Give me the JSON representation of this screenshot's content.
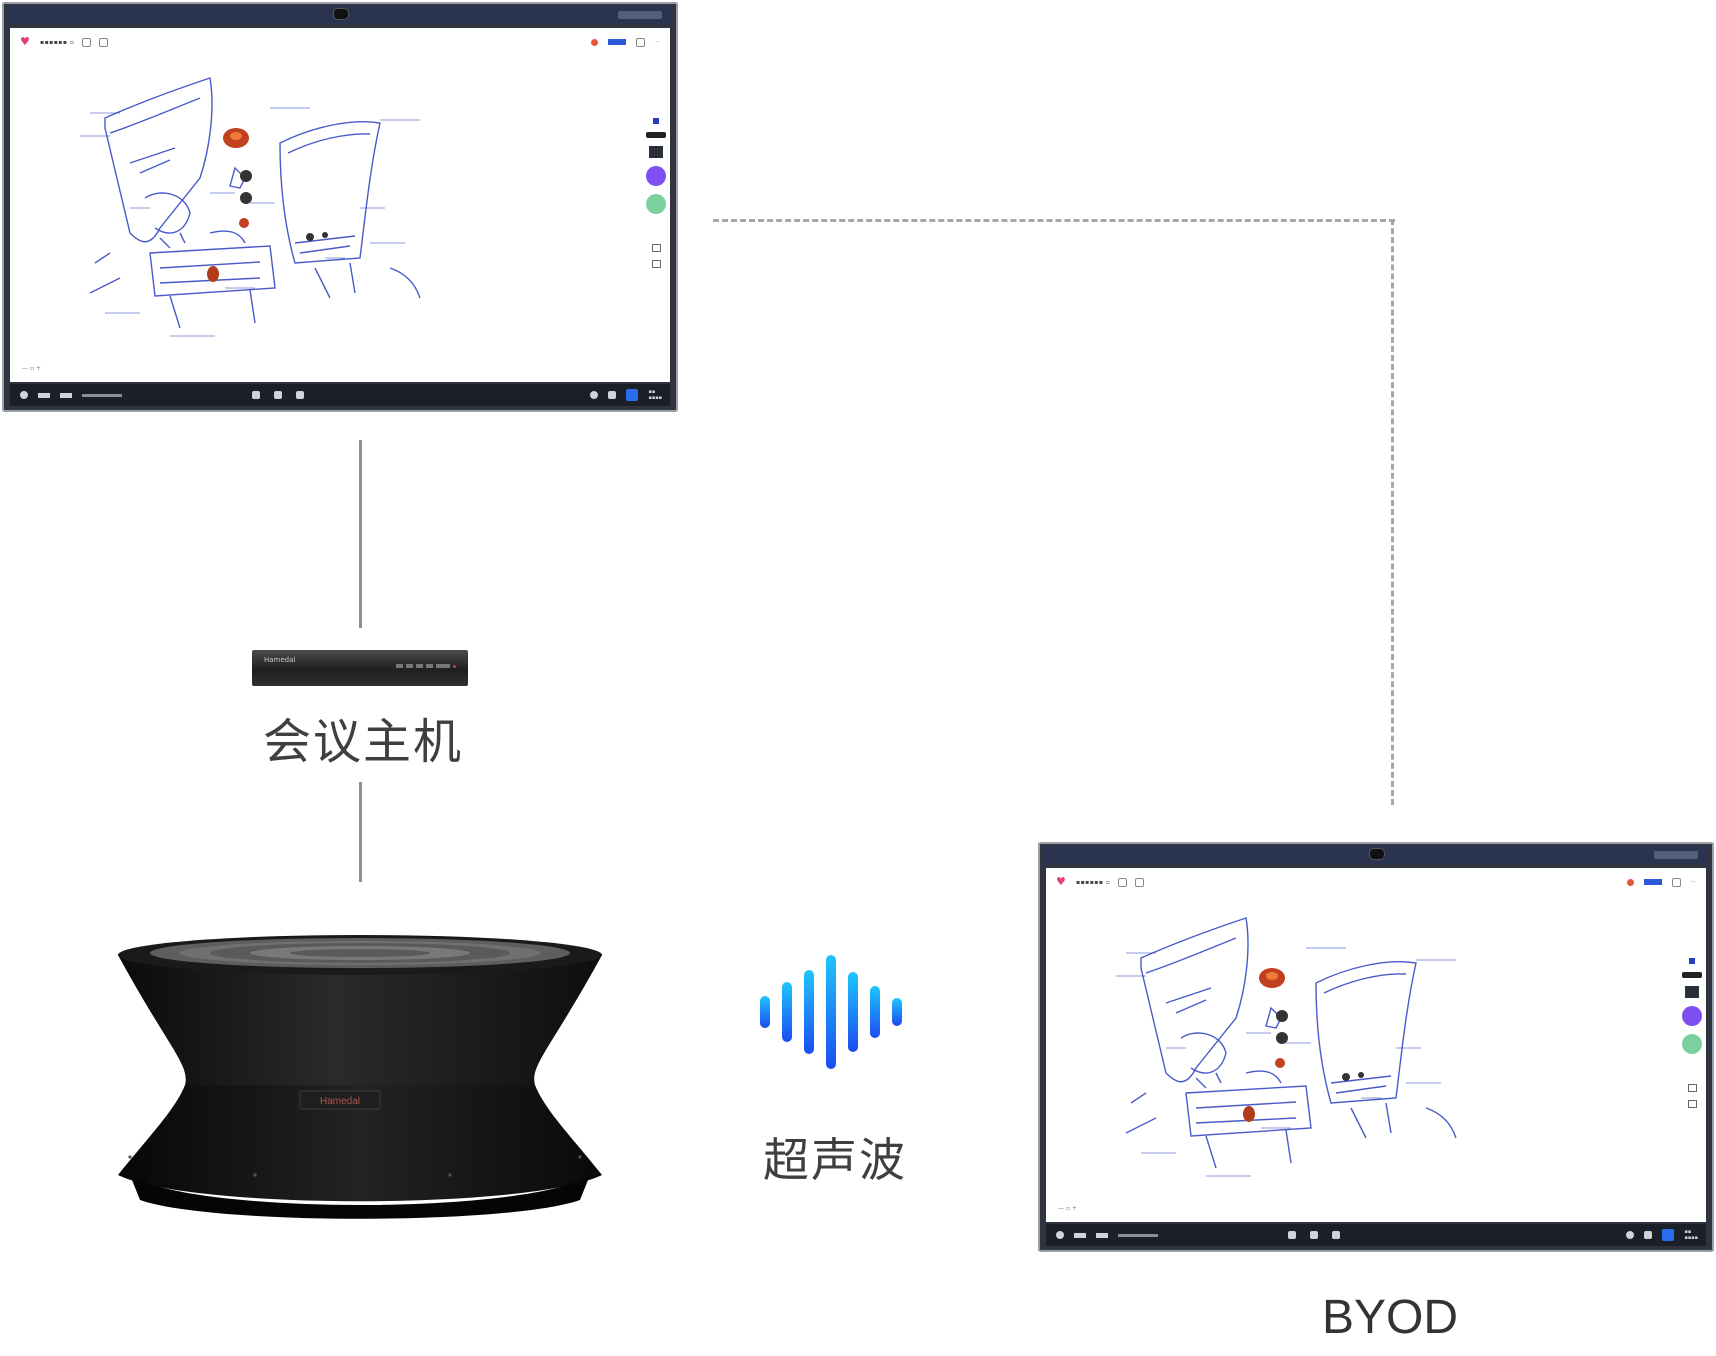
{
  "labels": {
    "host": "会议主机",
    "ultrasonic": "超声波",
    "byod": "BYOD"
  },
  "host_device": {
    "brand": "Hamedal"
  },
  "speaker_device": {
    "brand": "Hamedal"
  },
  "colors": {
    "wave_gradient_top": "#1fc6ff",
    "wave_gradient_bottom": "#1a4cf0",
    "connector_solid": "#8e8e8e",
    "connector_dashed": "#a6a6a6",
    "speaker_body": "#141414"
  },
  "icons": [
    "ultrasonic-wave-icon",
    "speakerphone-image",
    "meeting-host-image",
    "display-image"
  ]
}
